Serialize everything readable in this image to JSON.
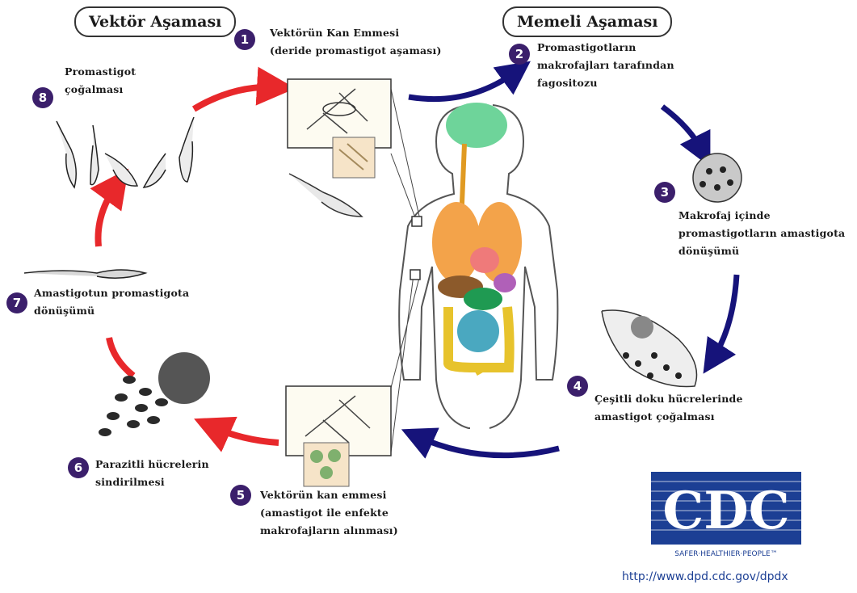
{
  "stages": {
    "vector": "Vektör Aşaması",
    "mammal": "Memeli Aşaması"
  },
  "steps": [
    {
      "num": "1",
      "lines": [
        "Vektörün Kan Emmesi",
        "(deride promastigot aşaması)"
      ]
    },
    {
      "num": "2",
      "lines": [
        "Promastigotların",
        "makrofajları tarafından",
        "fagositozu"
      ]
    },
    {
      "num": "3",
      "lines": [
        "Makrofaj içinde",
        "promastigotların amastigota",
        "dönüşümü"
      ]
    },
    {
      "num": "4",
      "lines": [
        "Çeşitli doku hücrelerinde",
        "amastigot çoğalması"
      ]
    },
    {
      "num": "5",
      "lines": [
        "Vektörün kan emmesi",
        "(amastigot ile enfekte",
        "makrofajların alınması)"
      ]
    },
    {
      "num": "6",
      "lines": [
        "Parazitli hücrelerin",
        "sindirilmesi"
      ]
    },
    {
      "num": "7",
      "lines": [
        "Amastigotun promastigota",
        "dönüşümü"
      ]
    },
    {
      "num": "8",
      "lines": [
        "Promastigot",
        "çoğalması"
      ]
    }
  ],
  "logo": {
    "text": "CDC",
    "tagline": "SAFER·HEALTHIER·PEOPLE™",
    "url": "http://www.dpd.cdc.gov/dpdx"
  },
  "colors": {
    "red_arrow": "#e8282b",
    "blue_arrow": "#16137a",
    "step_badge": "#3b1f6b",
    "cdc_blue": "#1c3f94"
  }
}
